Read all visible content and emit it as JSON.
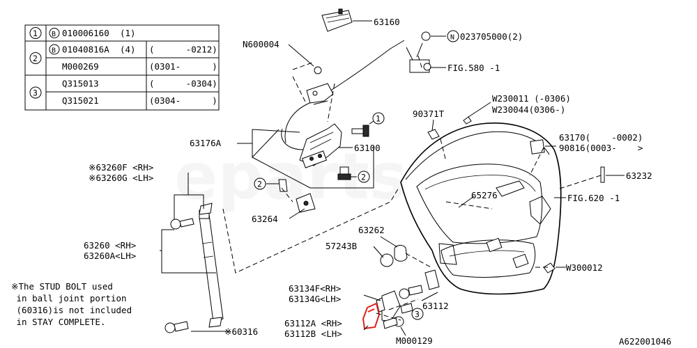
{
  "legend": {
    "rows": [
      {
        "key": "1",
        "cells": [
          {
            "code_symbol": "B",
            "code": "010006160",
            "qty": "(1)",
            "period": ""
          }
        ]
      },
      {
        "key": "2",
        "cells": [
          {
            "code_symbol": "B",
            "code": "01040816A",
            "qty": "(4)",
            "period": "(      -0212)"
          },
          {
            "code_symbol": "",
            "code": "M000269",
            "qty": "",
            "period": "(0301-      )"
          }
        ]
      },
      {
        "key": "3",
        "cells": [
          {
            "code_symbol": "",
            "code": "Q315013",
            "qty": "",
            "period": "(      -0304)"
          },
          {
            "code_symbol": "",
            "code": "Q315021",
            "qty": "",
            "period": "(0304-      )"
          }
        ]
      }
    ]
  },
  "labels": {
    "p63160": "63160",
    "n600004": "N600004",
    "n023705000": "023705000(2)",
    "n023705000_symbol": "N",
    "fig580": "FIG.580 -1",
    "w230011": "W230011 (-0306)",
    "w230044": "W230044(0306-)",
    "p90371t": "90371T",
    "p63170": "63170(    -0002)",
    "p90816": "90816(0003-    >",
    "p63232": "63232",
    "p63176a": "63176A",
    "p63100": "63100",
    "p63260f": "※63260F <RH>",
    "p63260g": "※63260G <LH>",
    "p65276": "65276",
    "fig620": "FIG.620 -1",
    "p63264": "63264",
    "p63262": "63262",
    "p57243b": "57243B",
    "p63260rh": "63260 <RH>",
    "p63260alh": "63260A<LH>",
    "w300012": "W300012",
    "p63134f": "63134F<RH>",
    "p63134g": "63134G<LH>",
    "p63112": "63112",
    "p63112a": "63112A <RH>",
    "p63112b": "63112B <LH>",
    "m000129": "M000129",
    "p60316": "※60316",
    "callout1": "1",
    "callout2a": "2",
    "callout2b": "2",
    "callout3": "3"
  },
  "note": {
    "lines": [
      "※The STUD BOLT used",
      " in ball joint portion",
      " (60316)is not included",
      " in STAY COMPLETE."
    ]
  },
  "watermark": "eparts",
  "diagram_id": "A622001046",
  "colors": {
    "highlight": "#e0201c",
    "line": "#000000",
    "background": "#ffffff"
  }
}
